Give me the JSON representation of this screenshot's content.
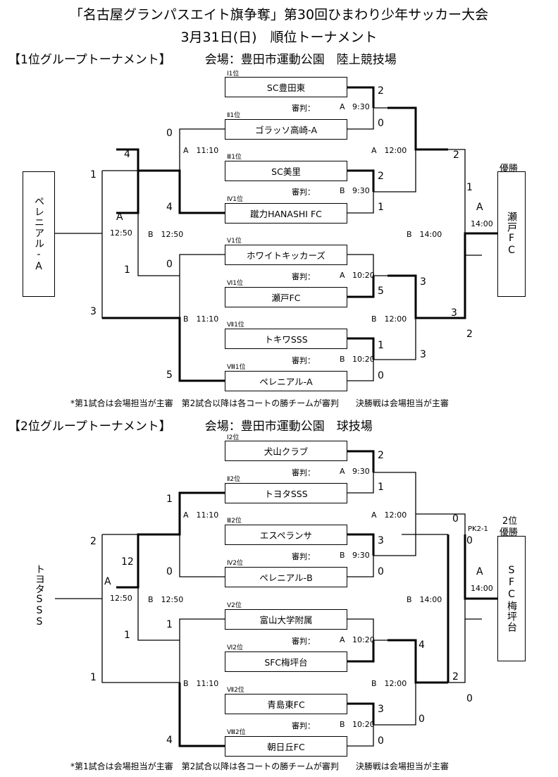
{
  "title_line1": "「名古屋グランパスエイト旗争奪」第30回ひまわり少年サッカー大会",
  "title_line2": "3月31日(日)　順位トーナメント",
  "note": "*第1試合は会場担当が主審　第2試合以降は各コートの勝チームが審判　　決勝戦は会場担当が主審",
  "referee_label": "審判：",
  "g1": {
    "header": "【1位グループトーナメント】",
    "venue": "会場：豊田市運動公園　陸上競技場",
    "winner_label": "優勝",
    "champion": "瀬戸FC",
    "teams": [
      {
        "rank": "Ⅰ1位",
        "name": "SC豊田東"
      },
      {
        "rank": "Ⅱ1位",
        "name": "ゴラッソ高崎-A"
      },
      {
        "rank": "Ⅲ1位",
        "name": "SC美里"
      },
      {
        "rank": "Ⅳ1位",
        "name": "蹴力HANASHI FC"
      },
      {
        "rank": "Ⅴ1位",
        "name": "ホワイトキッカーズ"
      },
      {
        "rank": "Ⅵ1位",
        "name": "瀬戸FC"
      },
      {
        "rank": "Ⅶ1位",
        "name": "トキワSSS"
      },
      {
        "rank": "Ⅷ1位",
        "name": "ペレニアル-A"
      }
    ],
    "left_team": "ペレニアル-A",
    "r1": [
      {
        "court": "A",
        "time": "9:30",
        "s1": "2",
        "s2": "0"
      },
      {
        "court": "B",
        "time": "9:30",
        "s1": "2",
        "s2": "1"
      },
      {
        "court": "A",
        "time": "10:20",
        "s1": "",
        "s2": "5"
      },
      {
        "court": "B",
        "time": "10:20",
        "s1": "1",
        "s2": "0"
      }
    ],
    "qf_right": [
      {
        "label": "A　12:00",
        "s1": "2",
        "s2": "1"
      },
      {
        "label": "B　12:00",
        "s1": "3",
        "s2": "3"
      }
    ],
    "qf_right_extra": "2",
    "final": {
      "court": "A",
      "time": "14:00",
      "s1": "",
      "s2": ""
    },
    "sf_right_label": "B　14:00",
    "qf_left": [
      {
        "label": "A　11:10",
        "s1": "0",
        "s2": "4"
      },
      {
        "label": "B　11:10",
        "s1": "0",
        "s2": "5"
      }
    ],
    "sf_left": {
      "court": "A",
      "time": "12:50",
      "s1": "4",
      "s2": "1"
    },
    "sf_left_label_b": "B　12:50",
    "outer_left": {
      "s1": "1",
      "s2": "3"
    }
  },
  "g2": {
    "header": "【2位グループトーナメント】",
    "venue": "会場：豊田市運動公園　球技場",
    "winner_label": "2位\n優勝",
    "winner_label_1": "2位",
    "winner_label_2": "優勝",
    "champion": "SFC梅坪台",
    "pk": "PK2-1",
    "teams": [
      {
        "rank": "Ⅰ2位",
        "name": "犬山クラブ"
      },
      {
        "rank": "Ⅱ2位",
        "name": "トヨタSSS"
      },
      {
        "rank": "Ⅲ2位",
        "name": "エスペランサ"
      },
      {
        "rank": "Ⅳ2位",
        "name": "ペレニアル-B"
      },
      {
        "rank": "Ⅴ2位",
        "name": "富山大学附属"
      },
      {
        "rank": "Ⅵ2位",
        "name": "SFC梅坪台"
      },
      {
        "rank": "Ⅶ2位",
        "name": "青島東FC"
      },
      {
        "rank": "Ⅷ2位",
        "name": "朝日丘FC"
      }
    ],
    "left_team": "トヨタSSS",
    "r1": [
      {
        "court": "A",
        "time": "9:30",
        "s1": "2",
        "s2": "1"
      },
      {
        "court": "B",
        "time": "9:30",
        "s1": "3",
        "s2": "0"
      },
      {
        "court": "A",
        "time": "10:20",
        "s1": "",
        "s2": "4"
      },
      {
        "court": "B",
        "time": "10:20",
        "s1": "3",
        "s2": "0"
      }
    ],
    "qf_right": [
      {
        "label": "A　12:00",
        "s1": "0",
        "s2": "0"
      },
      {
        "label": "B　12:00",
        "s1": "2",
        "s2": "0"
      }
    ],
    "final": {
      "court": "A",
      "time": "14:00"
    },
    "sf_right_label": "B　14:00",
    "qf_left": [
      {
        "label": "A　11:10",
        "s1": "1",
        "s2": "0"
      },
      {
        "label": "B　11:10",
        "s1": "1",
        "s2": "4"
      }
    ],
    "sf_left": {
      "court": "A",
      "time": "12:50",
      "s1": "12",
      "s2": "1"
    },
    "sf_left_label_b": "B　12:50",
    "outer_left": {
      "s1": "2",
      "s2": "1"
    }
  }
}
